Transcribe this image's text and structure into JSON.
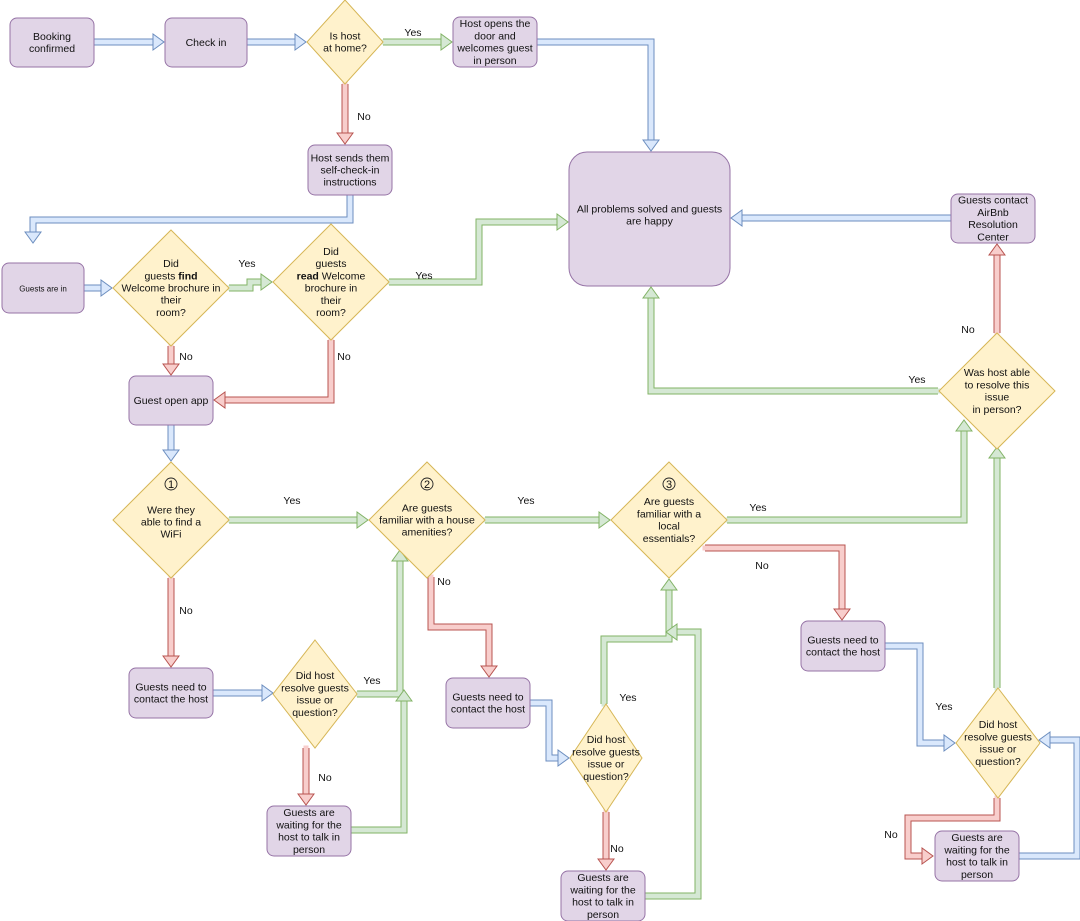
{
  "colors": {
    "process_fill": "#e1d5e7",
    "process_stroke": "#9673a6",
    "decision_fill": "#fff2cc",
    "decision_stroke": "#d6b656",
    "blue_fill": "#dae8fc",
    "blue_stroke": "#6c8ebf",
    "green_fill": "#d5e8d4",
    "green_stroke": "#82b366",
    "red_fill": "#f8cecc",
    "red_stroke": "#b85450"
  },
  "nodes": {
    "booking": [
      "Booking",
      "confirmed"
    ],
    "checkin": [
      "Check in"
    ],
    "is_host": [
      "Is host",
      "at home?"
    ],
    "host_opens": [
      "Host opens the",
      "door and",
      "welcomes guest",
      "in person"
    ],
    "self_checkin": [
      "Host sends them",
      "self-check-in",
      "instructions"
    ],
    "happy": [
      "All problems solved and guests",
      "are happy"
    ],
    "resolution": [
      "Guests contact",
      "AirBnb",
      "Resolution",
      "Center"
    ],
    "guests_in": [
      "Guests are in"
    ],
    "find_brochure": [
      "Did",
      "guests find",
      "Welcome brochure in",
      "their",
      "room?"
    ],
    "read_brochure": [
      "Did",
      "guests",
      "read Welcome",
      "brochure in",
      "their",
      "room?"
    ],
    "open_app": [
      "Guest open app"
    ],
    "wifi": [
      "Were they",
      "able to find a",
      "WiFi"
    ],
    "amenities": [
      "Are guests",
      "familiar with a house",
      "amenities?"
    ],
    "essentials": [
      "Are guests",
      "familiar with a",
      "local",
      "essentials?"
    ],
    "host_able": [
      "Was host able",
      "to resolve this",
      "issue",
      "in person?"
    ],
    "contact1": [
      "Guests need to",
      "contact the host"
    ],
    "resolve1": [
      "Did host",
      "resolve guests",
      "issue or",
      "question?"
    ],
    "waiting1": [
      "Guests are",
      "waiting for the",
      "host to talk in",
      "person"
    ],
    "contact2": [
      "Guests need to",
      "contact the host"
    ],
    "resolve2": [
      "Did host",
      "resolve guests",
      "issue or",
      "question?"
    ],
    "waiting2": [
      "Guests are",
      "waiting for the",
      "host to talk in",
      "person"
    ],
    "contact3": [
      "Guests need to",
      "contact the host"
    ],
    "resolve3": [
      "Did host",
      "resolve guests",
      "issue or",
      "question?"
    ],
    "waiting3": [
      "Guests are",
      "waiting for the",
      "host to talk in",
      "person"
    ]
  },
  "step_numbers": [
    "1",
    "2",
    "3"
  ],
  "edge_labels": {
    "yes": "Yes",
    "no": "No"
  }
}
